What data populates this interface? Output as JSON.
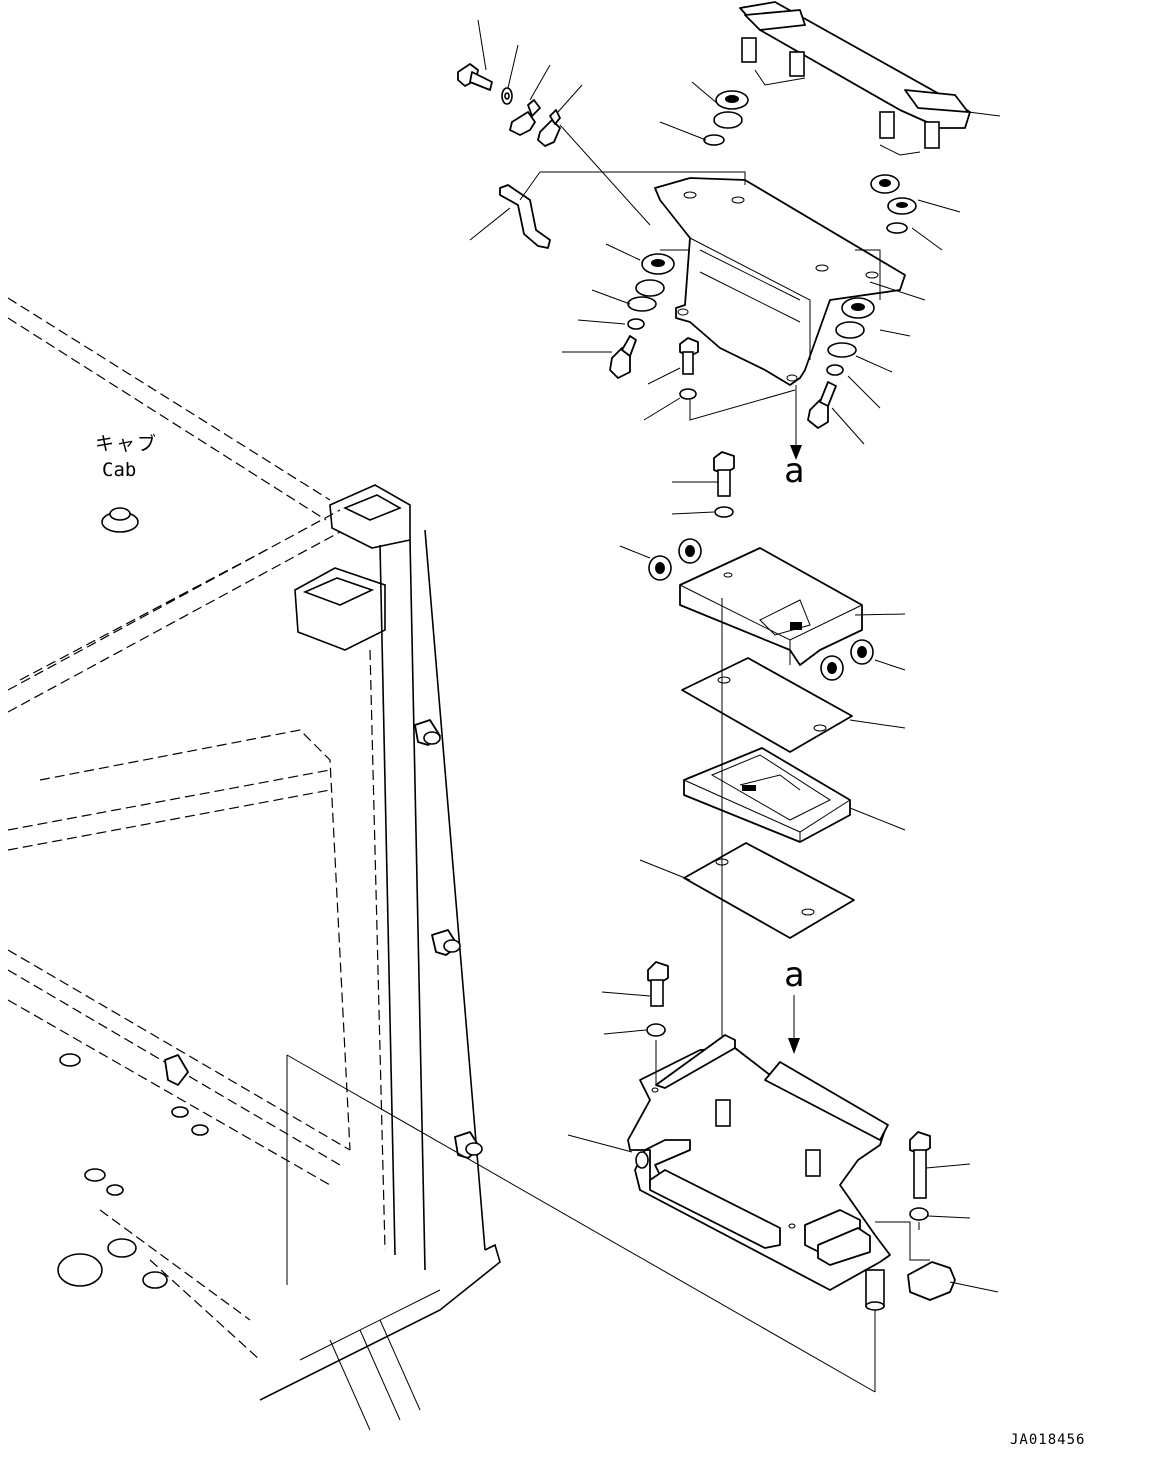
{
  "labels": {
    "cab_jp": "キャブ",
    "cab_en": "Cab",
    "view_ref_top": "a",
    "view_ref_bottom": "a",
    "drawing_no": "JA018456"
  }
}
